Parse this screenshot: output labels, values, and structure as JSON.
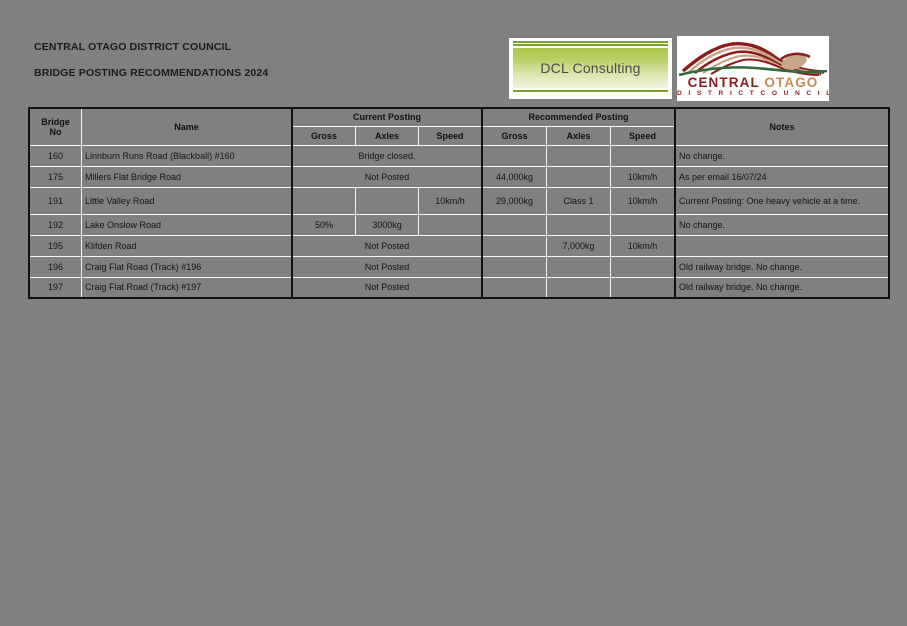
{
  "document": {
    "title_line_1": "CENTRAL OTAGO DISTRICT COUNCIL",
    "title_line_2": "BRIDGE POSTING RECOMMENDATIONS 2024"
  },
  "logos": {
    "dcl": {
      "name": "DCL Consulting",
      "accent_color": "#7ba428"
    },
    "central_otago": {
      "line1_part1": "CENTRAL",
      "line1_part2": "OTAGO",
      "line2": "D I S T R I C T   C O U N C I L",
      "maroon": "#8c1d1d",
      "tan": "#c88a52",
      "green": "#2f6b3a"
    }
  },
  "table": {
    "headers": {
      "bridge_no_line1": "Bridge",
      "bridge_no_line2": "No",
      "name": "Name",
      "current_posting": "Current Posting",
      "recommended_posting": "Recommended Posting",
      "notes": "Notes",
      "gross": "Gross",
      "axles": "Axles",
      "speed": "Speed"
    },
    "rows": [
      {
        "bridge_no": "160",
        "name": "Linnburn Runs Road (Blackball) #160",
        "current_merged": "Bridge closed.",
        "current_merged_bold": true,
        "current_gross": "",
        "current_axles": "",
        "current_speed": "",
        "rec_gross": "",
        "rec_axles": "",
        "rec_speed": "",
        "notes": "No change."
      },
      {
        "bridge_no": "175",
        "name": "Millers Flat Bridge Road",
        "current_merged": "Not Posted",
        "current_merged_bold": false,
        "current_gross": "",
        "current_axles": "",
        "current_speed": "",
        "rec_gross": "44,000kg",
        "rec_axles": "",
        "rec_speed": "10km/h",
        "notes": "As per email 16/07/24"
      },
      {
        "bridge_no": "191",
        "name": "Little Valley Road",
        "current_merged": null,
        "current_merged_bold": false,
        "current_gross": "",
        "current_axles": "",
        "current_speed": "10km/h",
        "rec_gross": "29,000kg",
        "rec_axles": "Class 1",
        "rec_speed": "10km/h",
        "notes": "Current Posting: One heavy vehicle at a time."
      },
      {
        "bridge_no": "192",
        "name": "Lake Onslow Road",
        "current_merged": null,
        "current_merged_bold": false,
        "current_gross": "50%",
        "current_axles": "3000kg",
        "current_speed": "",
        "rec_gross": "",
        "rec_axles": "",
        "rec_speed": "",
        "notes": "No change."
      },
      {
        "bridge_no": "195",
        "name": "Klifden Road",
        "current_merged": "Not Posted",
        "current_merged_bold": false,
        "current_gross": "",
        "current_axles": "",
        "current_speed": "",
        "rec_gross": "",
        "rec_axles": "7,000kg",
        "rec_speed": "10km/h",
        "notes": ""
      },
      {
        "bridge_no": "196",
        "name": "Craig Flat Road (Track) #196",
        "current_merged": "Not Posted",
        "current_merged_bold": false,
        "current_gross": "",
        "current_axles": "",
        "current_speed": "",
        "rec_gross": "",
        "rec_axles": "",
        "rec_speed": "",
        "notes": "Old railway bridge. No change."
      },
      {
        "bridge_no": "197",
        "name": "Craig Flat Road (Track) #197",
        "current_merged": "Not Posted",
        "current_merged_bold": false,
        "current_gross": "",
        "current_axles": "",
        "current_speed": "",
        "rec_gross": "",
        "rec_axles": "",
        "rec_speed": "",
        "notes": "Old railway bridge. No change."
      }
    ]
  }
}
